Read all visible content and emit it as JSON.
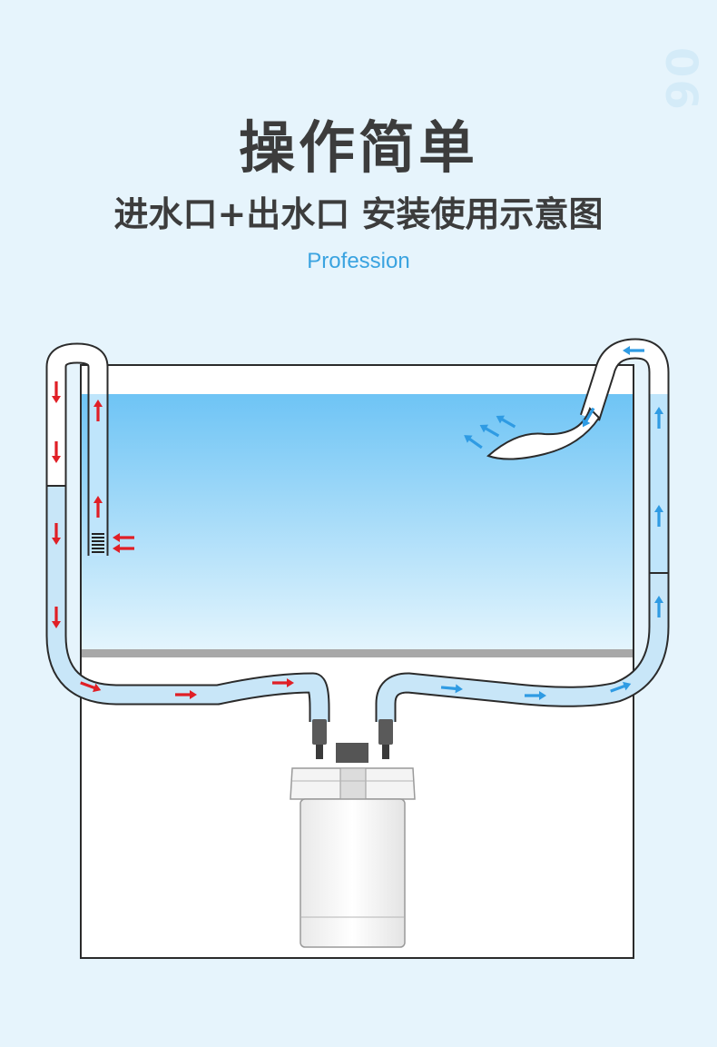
{
  "header": {
    "page_number": "06",
    "title": "操作简单",
    "subtitle": "进水口+出水口 安装使用示意图",
    "tagline": "Profession"
  },
  "colors": {
    "background": "#e6f4fc",
    "water_top": "#6ec4f5",
    "water_bottom": "#e0f3fd",
    "tube_fill": "#c8e6f8",
    "inflow_arrow": "#e01f26",
    "outflow_arrow": "#2f9be3",
    "outline": "#2b2b2b",
    "substrate": "#a8a8a8"
  },
  "diagram": {
    "icons": [
      "intake-pipe-icon",
      "outflow-spray-icon",
      "canister-filter-icon",
      "flow-arrow-icon"
    ]
  }
}
